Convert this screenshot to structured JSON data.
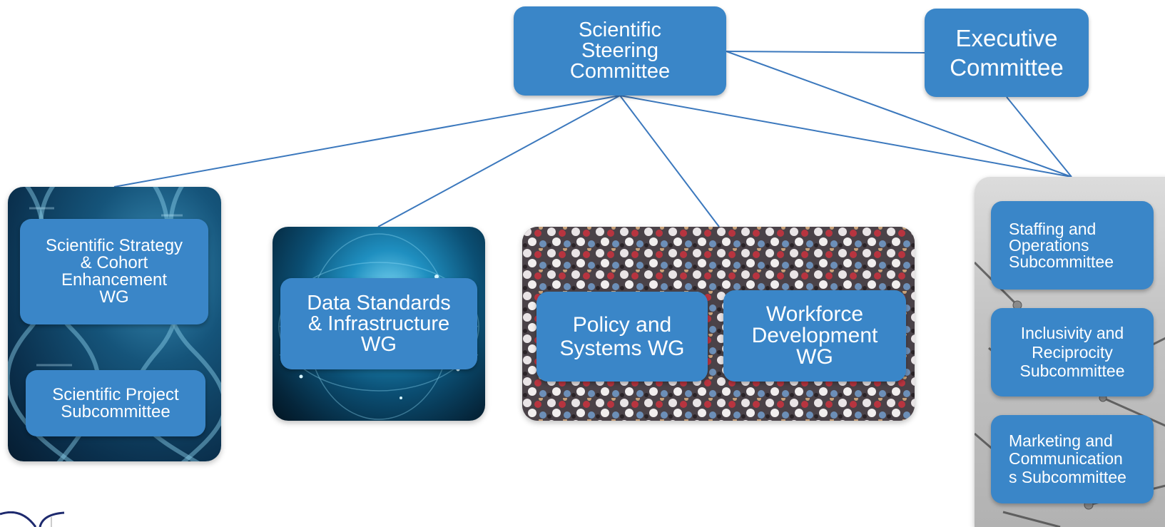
{
  "colors": {
    "box": "#3a86c8",
    "connector": "#3b78bd"
  },
  "top": {
    "steering": "Scientific\nSteering\nCommittee",
    "executive": "Executive\nCommittee"
  },
  "panels": {
    "dna": {
      "image": "dna-helix-image",
      "strategy_wg": "Scientific Strategy\n& Cohort\nEnhancement\nWG",
      "project_sub": "Scientific Project\nSubcommittee"
    },
    "globe": {
      "image": "digital-globe-image",
      "data_wg": "Data Standards\n& Infrastructure\nWG"
    },
    "crowd": {
      "image": "crowd-of-people-image",
      "policy_wg": "Policy and\nSystems WG",
      "workforce_wg": "Workforce\nDevelopment\nWG"
    },
    "network": {
      "image": "network-nodes-image",
      "staffing_sub": "Staffing and\nOperations\nSubcommittee",
      "inclusivity_sub": "Inclusivity and\nReciprocity\nSubcommittee",
      "marketing_sub": "Marketing and\nCommunication\ns Subcommittee"
    }
  },
  "logo": "partial-logo-icon"
}
